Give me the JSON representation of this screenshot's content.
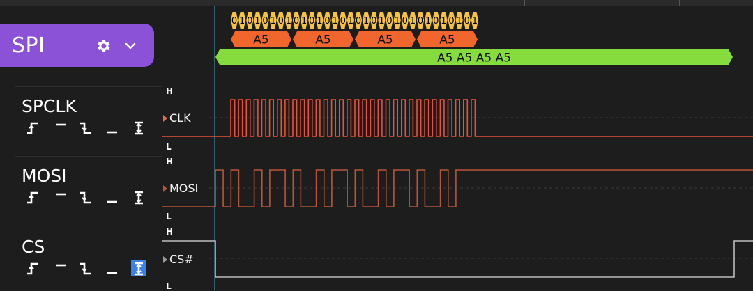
{
  "analyzer": {
    "name": "SPI"
  },
  "channels": [
    {
      "name": "SPCLK",
      "label": "CLK"
    },
    {
      "name": "MOSI",
      "label": "MOSI"
    },
    {
      "name": "CS",
      "label": "CS#"
    }
  ],
  "levels": {
    "high": "H",
    "low": "L"
  },
  "bit_values": [
    "0",
    "1",
    "0",
    "1",
    "0",
    "1",
    "0",
    "1",
    "0",
    "1",
    "0",
    "1",
    "0",
    "1",
    "0",
    "1",
    "0",
    "1",
    "0",
    "1",
    "0",
    "1",
    "0",
    "1",
    "0",
    "1",
    "0",
    "1",
    "0",
    "1",
    "0",
    "1"
  ],
  "bytes": [
    "A5",
    "A5",
    "A5",
    "A5"
  ],
  "transaction": "A5 A5 A5 A5",
  "colors": {
    "accent": "#8b52d8",
    "clock": "#e8523a",
    "mosi": "#b85538",
    "cs": "#bdbdbd",
    "bits": "#f5c242",
    "bytes": "#f0662d",
    "transaction": "#86dc3d",
    "cursor": "#4aa8c8"
  },
  "icons": {
    "settings": "gear-icon",
    "menu": "chevron-down-icon"
  }
}
